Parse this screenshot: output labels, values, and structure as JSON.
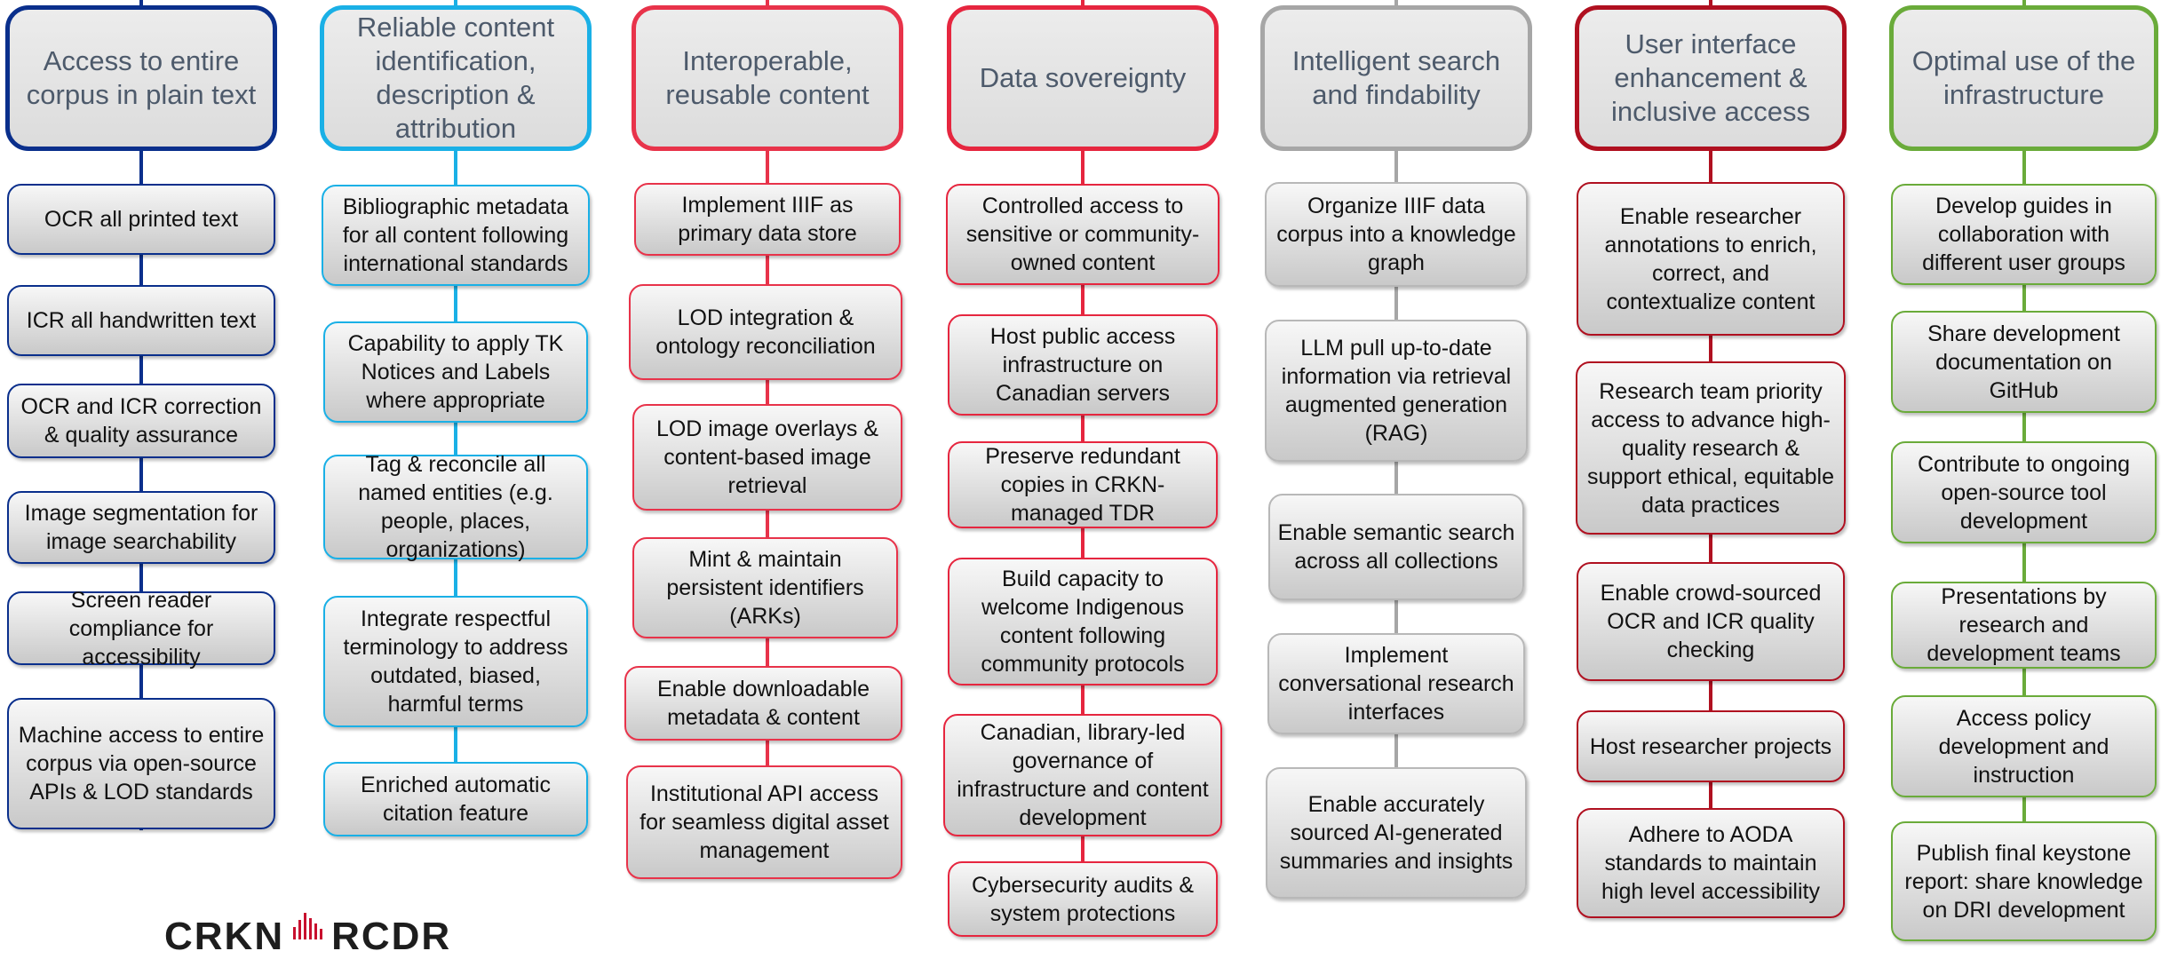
{
  "columns": [
    {
      "key": "c1",
      "title": "Access to entire corpus in plain text",
      "color": "#0a2f8c",
      "items": [
        "OCR all printed text",
        "ICR all handwritten text",
        "OCR and ICR correction & quality assurance",
        "Image segmentation for image searchability",
        "Screen reader compliance for accessibility",
        "Machine access to entire corpus via open-source APIs  & LOD standards"
      ]
    },
    {
      "key": "c2",
      "title": "Reliable content identification, description & attribution",
      "color": "#1ab0e6",
      "items": [
        "Bibliographic metadata for all content following international standards",
        "Capability to apply TK Notices and Labels where appropriate",
        "Tag & reconcile all named entities (e.g. people, places, organizations)",
        "Integrate respectful terminology to address outdated, biased, harmful terms",
        "Enriched automatic citation feature"
      ]
    },
    {
      "key": "c3",
      "title": "Interoperable, reusable content",
      "color": "#e8334a",
      "items": [
        "Implement IIIF as primary data store",
        "LOD integration & ontology  reconciliation",
        "LOD image overlays & content-based image retrieval",
        "Mint & maintain persistent identifiers (ARKs)",
        "Enable downloadable metadata  & content",
        "Institutional API access for seamless digital asset management"
      ]
    },
    {
      "key": "c4",
      "title": "Data sovereignty",
      "color": "#e6263f",
      "items": [
        "Controlled access to sensitive or community-owned content",
        "Host public access infrastructure on Canadian servers",
        "Preserve redundant copies in CRKN-managed TDR",
        "Build capacity to welcome Indigenous content following community protocols",
        "Canadian, library-led governance of infrastructure and content development",
        "Cybersecurity audits & system protections"
      ]
    },
    {
      "key": "c5",
      "title": "Intelligent search and findability",
      "color": "#a6a6a6",
      "items": [
        "Organize IIIF data corpus into a knowledge graph",
        "LLM pull up-to-date information via retrieval augmented generation (RAG)",
        "Enable semantic search across all collections",
        "Implement conversational research interfaces",
        "Enable accurately sourced AI-generated summaries and insights"
      ]
    },
    {
      "key": "c6",
      "title": "User interface enhancement & inclusive access",
      "color": "#b01020",
      "items": [
        "Enable researcher annotations to enrich, correct, and contextualize content",
        "Research team priority access to advance high-quality research & support ethical, equitable data practices",
        "Enable crowd-sourced OCR and ICR quality checking",
        "Host researcher projects",
        "Adhere to AODA standards to maintain high level accessibility"
      ]
    },
    {
      "key": "c7",
      "title": "Optimal use of the infrastructure",
      "color": "#6aab3a",
      "items": [
        "Develop guides in collaboration with different user groups",
        "Share development documentation on GitHub",
        "Contribute to ongoing open-source tool development",
        "Presentations by research and development teams",
        "Access policy development and instruction",
        "Publish final keystone report: share knowledge on DRI development"
      ]
    }
  ],
  "logo": {
    "left": "CRKN",
    "right": "RCDR"
  }
}
